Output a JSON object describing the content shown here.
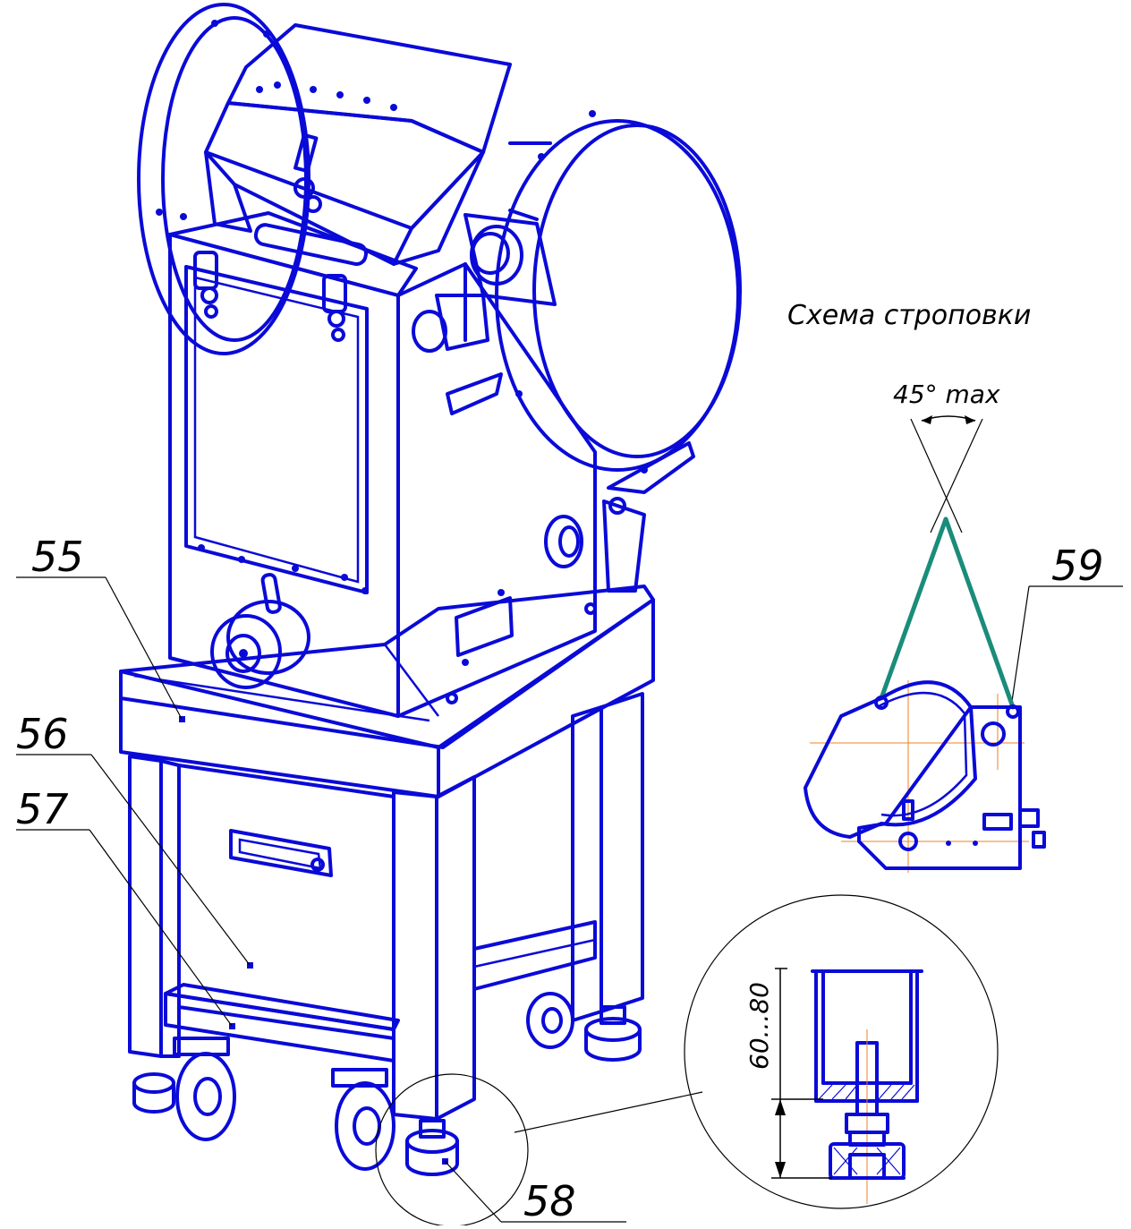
{
  "labels": {
    "schema_title": "Схема строповки",
    "angle_note": "45° max",
    "dimension": "60...80",
    "callouts": [
      "55",
      "56",
      "57",
      "58",
      "59"
    ]
  },
  "colors": {
    "drawing": "#0a0ad8",
    "sling": "#1a8c7a",
    "axis": "#f08020",
    "leader": "#000000"
  }
}
